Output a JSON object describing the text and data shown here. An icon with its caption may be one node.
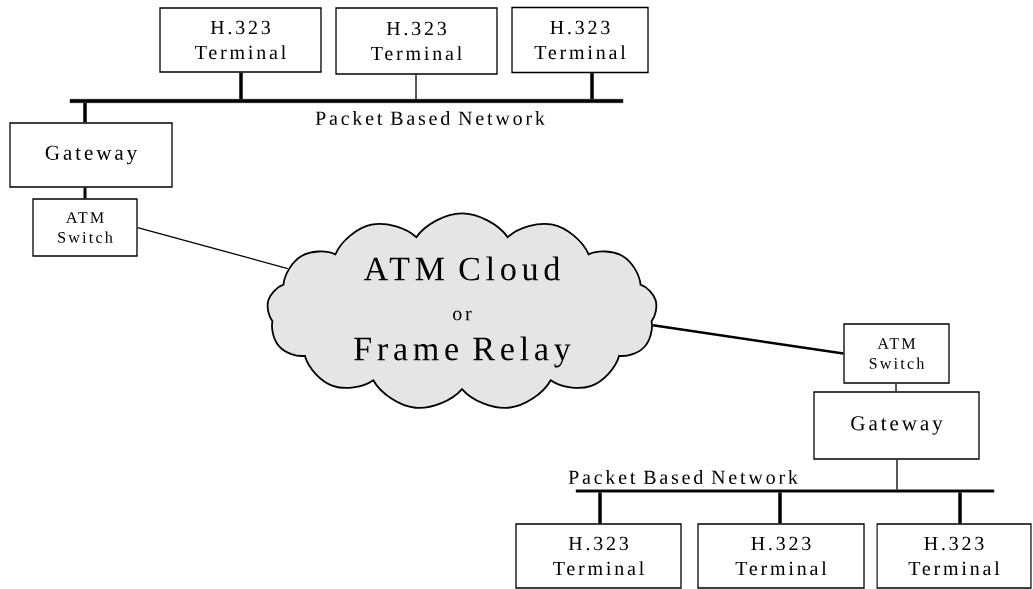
{
  "diagram": {
    "nodes": [
      {
        "text": [
          "H.323 Terminal"
        ]
      },
      {
        "text": [
          "H.323 Terminal"
        ]
      },
      {
        "text": [
          "H.323 Terminal"
        ]
      },
      {
        "text": [],
        "shape": "bar",
        "beside": [
          "Packet Based Network"
        ]
      },
      {
        "text": [
          "Gateway"
        ]
      },
      {
        "text": [
          "ATM Switch"
        ]
      },
      {
        "text": [
          "ATM Cloud",
          "or",
          "Frame Relay"
        ]
      },
      {
        "text": [
          "ATM Switch"
        ]
      },
      {
        "text": [
          "Gateway"
        ]
      },
      {
        "text": [],
        "shape": "bar",
        "beside": [
          "Packet Based Network"
        ]
      },
      {
        "text": [
          "H.323 Terminal"
        ]
      },
      {
        "text": [
          "H.323 Terminal"
        ]
      },
      {
        "text": [
          "H.323 Terminal"
        ]
      }
    ],
    "edges": [
      {
        "from": 0,
        "to": 3,
        "arrow": "none"
      },
      {
        "from": 1,
        "to": 3,
        "arrow": "none"
      },
      {
        "from": 2,
        "to": 3,
        "arrow": "none"
      },
      {
        "from": 3,
        "to": 4,
        "arrow": "none"
      },
      {
        "from": 4,
        "to": 5,
        "arrow": "none"
      },
      {
        "from": 5,
        "to": 6,
        "arrow": "none"
      },
      {
        "from": 6,
        "to": 7,
        "arrow": "none"
      },
      {
        "from": 7,
        "to": 8,
        "arrow": "none"
      },
      {
        "from": 8,
        "to": 9,
        "arrow": "none"
      },
      {
        "from": 9,
        "to": 10,
        "arrow": "none"
      },
      {
        "from": 9,
        "to": 11,
        "arrow": "none"
      },
      {
        "from": 9,
        "to": 12,
        "arrow": "none"
      }
    ]
  }
}
